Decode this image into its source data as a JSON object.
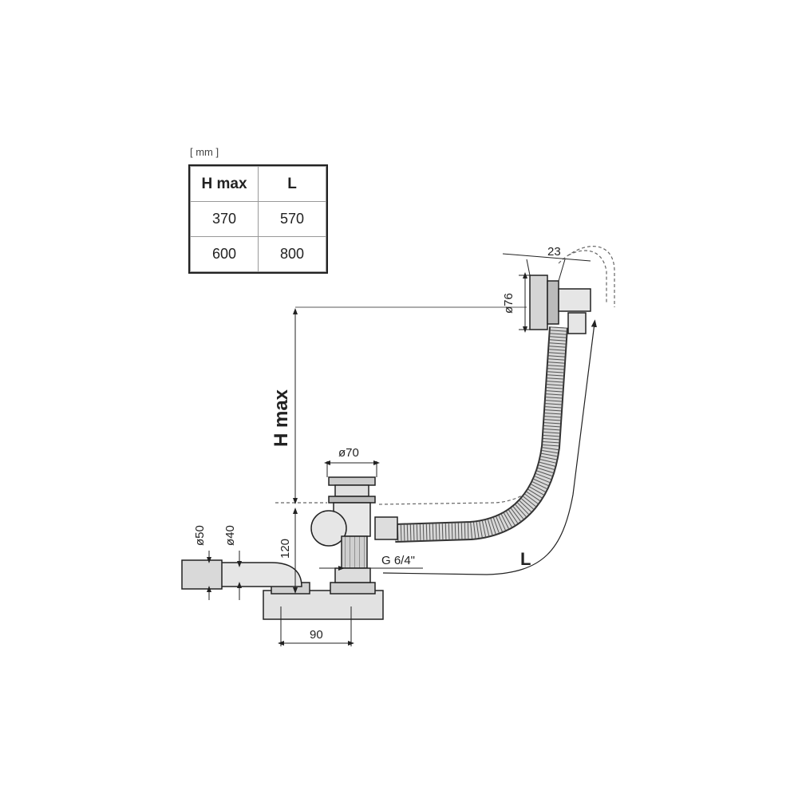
{
  "units_label": "[ mm ]",
  "table": {
    "headers": [
      "H max",
      "L"
    ],
    "rows": [
      [
        "370",
        "570"
      ],
      [
        "600",
        "800"
      ]
    ]
  },
  "dimensions": {
    "overflow_width": "23",
    "overflow_diameter": "ø76",
    "height_label": "H max",
    "drain_diameter": "ø70",
    "pipe_outer": "ø50",
    "pipe_inner": "ø40",
    "trap_height": "120",
    "thread": "G 6/4\"",
    "trap_width": "90",
    "length_label": "L"
  }
}
